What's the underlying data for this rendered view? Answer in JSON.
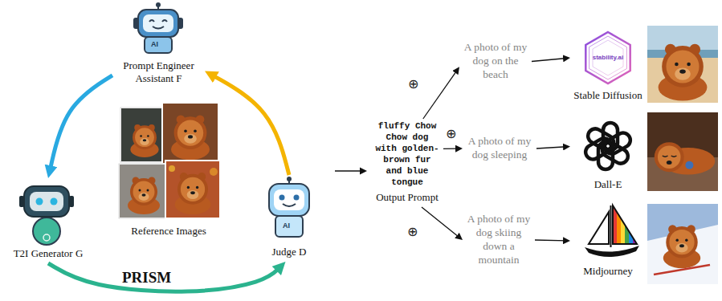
{
  "diagram": {
    "nodes": [
      {
        "text": [
          "Prompt Engineer Assistant F"
        ]
      },
      {
        "text": [
          "T2I Generator G"
        ]
      },
      {
        "text": [
          "Reference Images"
        ]
      },
      {
        "text": [
          "Judge D"
        ]
      },
      {
        "text": [
          "fluffy Chow Chow dog with golden-brown fur and blue tongue",
          "Output Prompt"
        ]
      },
      {
        "text": [
          "A photo of my dog on the beach"
        ]
      },
      {
        "text": [
          "A photo of my dog sleeping"
        ]
      },
      {
        "text": [
          "A photo of my dog skiing down a mountain"
        ]
      },
      {
        "text": [
          "stability.ai",
          "Stable Diffusion"
        ]
      },
      {
        "text": [
          "Dall-E"
        ]
      },
      {
        "text": [
          "Midjourney"
        ]
      }
    ],
    "edges": [
      {
        "from": 0,
        "to": 1,
        "arrow": "to"
      },
      {
        "from": 1,
        "to": 3,
        "arrow": "to"
      },
      {
        "from": 3,
        "to": 0,
        "arrow": "to"
      },
      {
        "from": 4,
        "to": 5,
        "arrow": "to"
      },
      {
        "from": 4,
        "to": 6,
        "arrow": "to"
      },
      {
        "from": 4,
        "to": 7,
        "arrow": "to"
      },
      {
        "from": 5,
        "to": 8,
        "arrow": "to"
      },
      {
        "from": 6,
        "to": 9,
        "arrow": "to"
      },
      {
        "from": 7,
        "to": 10,
        "arrow": "to"
      }
    ],
    "labels": [
      "AI",
      "AI",
      "PRISM",
      "⊕",
      "⊕",
      "⊕"
    ]
  }
}
